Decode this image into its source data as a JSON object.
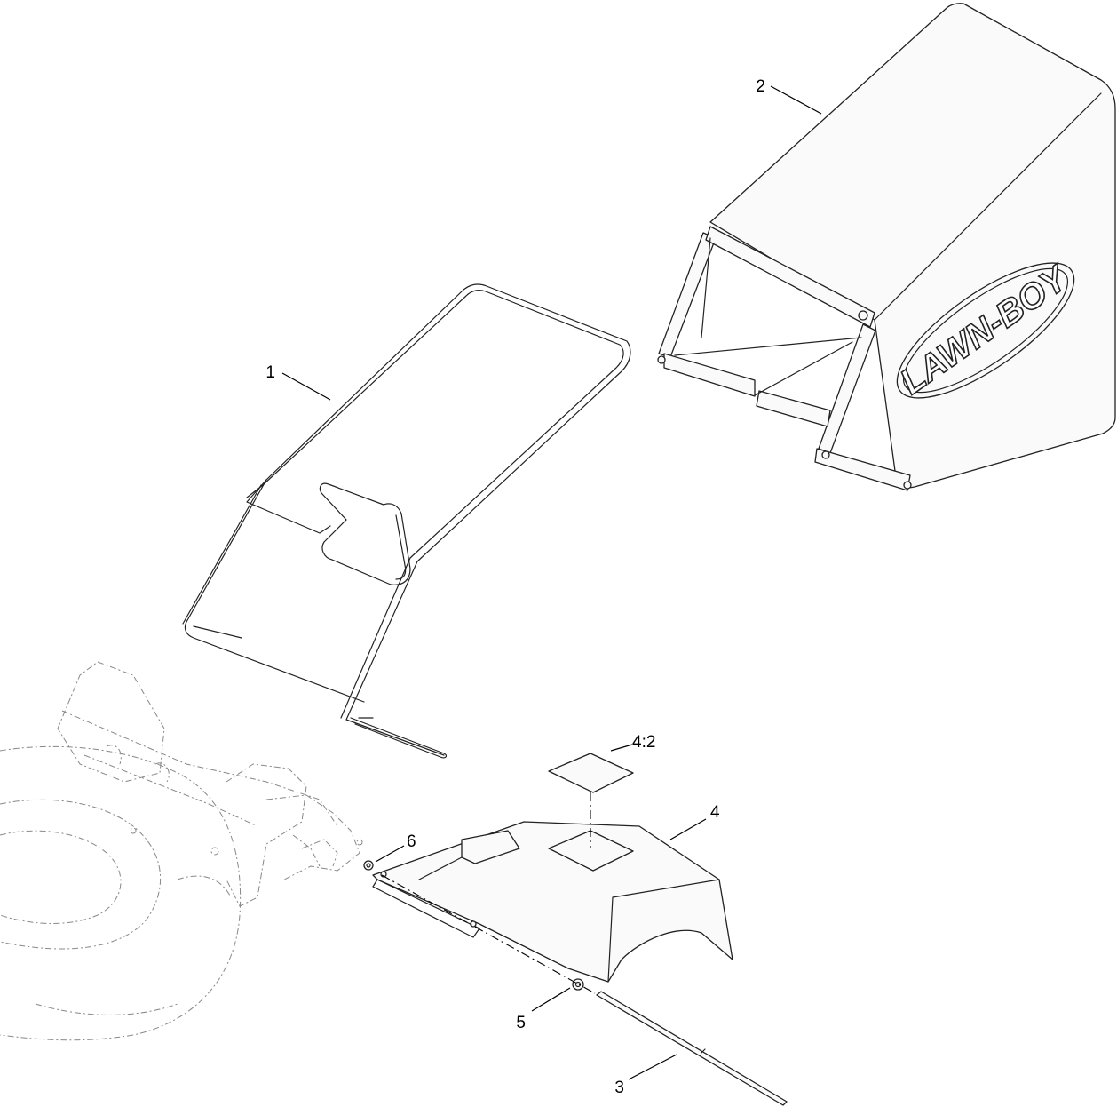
{
  "callouts": {
    "c1": "1",
    "c2": "2",
    "c3": "3",
    "c4": "4",
    "c4_2": "4:2",
    "c5": "5",
    "c6": "6"
  },
  "logo": {
    "text": "LAWN-BOY"
  }
}
